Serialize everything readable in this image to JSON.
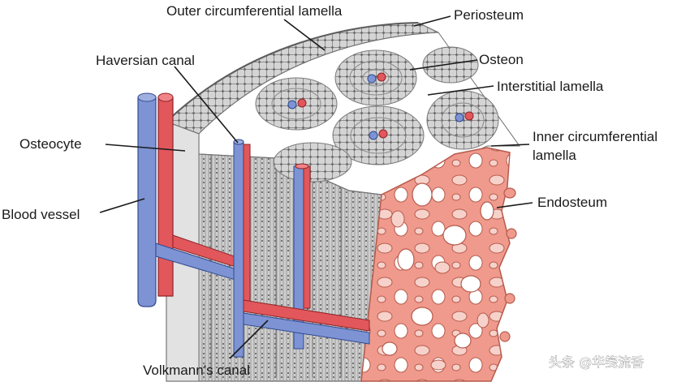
{
  "labels": {
    "outer_circumferential_lamella": "Outer circumferential lamella",
    "periosteum": "Periosteum",
    "haversian_canal": "Haversian canal",
    "osteon": "Osteon",
    "interstitial_lamella": "Interstitial lamella",
    "osteocyte": "Osteocyte",
    "inner_circumferential_lamella_1": "Inner circumferential",
    "inner_circumferential_lamella_2": "lamella",
    "blood_vessel": "Blood vessel",
    "endosteum": "Endosteum",
    "volkmanns_canal": "Volkmann’s canal"
  },
  "watermark": "头条 @华笺流香",
  "colors": {
    "artery": "#e2575c",
    "vein": "#7d93d4",
    "spongy_bone": "#ef9a8c",
    "spongy_outline": "#b65a4c",
    "compact_bone": "#d2d2d2",
    "lamella_lines": "#8d8d8d",
    "label_text": "#1a1a1a"
  }
}
